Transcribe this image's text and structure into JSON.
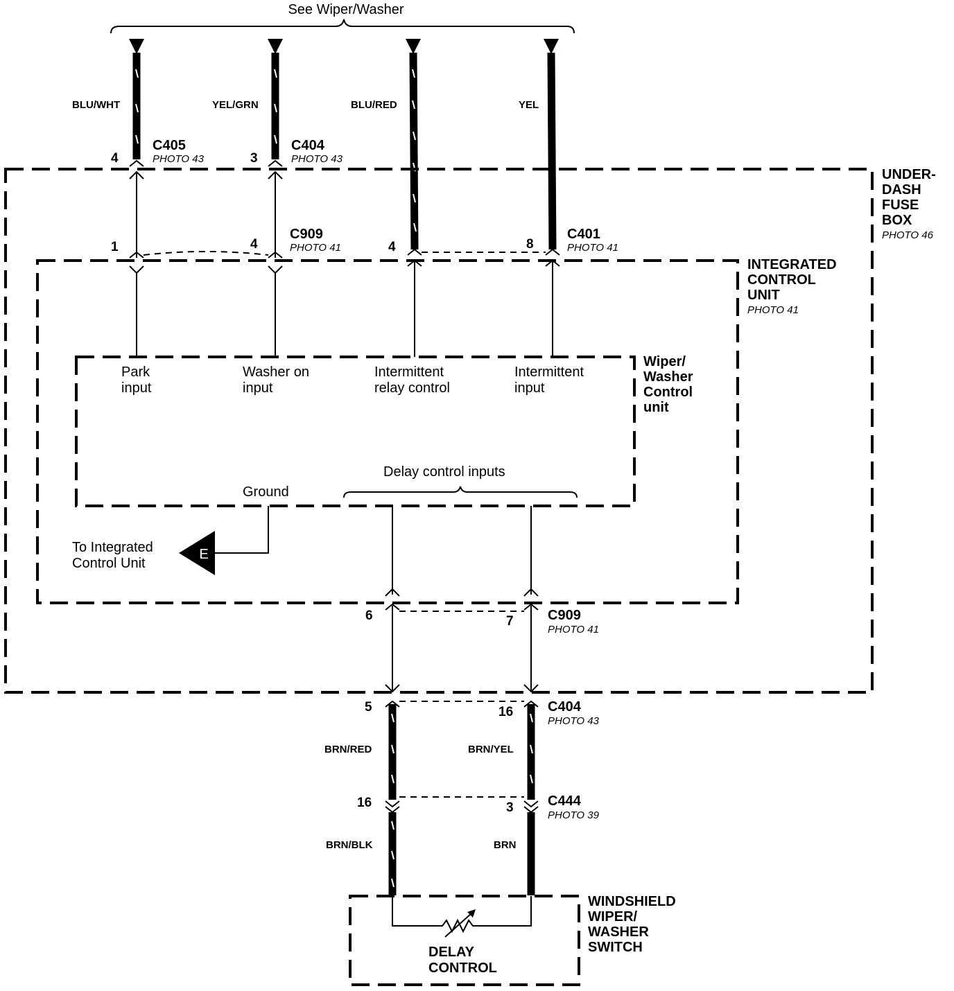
{
  "top_label": "See Wiper/Washer",
  "wires": {
    "blu_wht": "BLU/WHT",
    "yel_grn": "YEL/GRN",
    "blu_red": "BLU/RED",
    "yel": "YEL",
    "brn_red": "BRN/RED",
    "brn_yel": "BRN/YEL",
    "brn_blk": "BRN/BLK",
    "brn": "BRN"
  },
  "connectors": {
    "c405": {
      "name": "C405",
      "photo": "PHOTO 43",
      "pin": "4"
    },
    "c404_top": {
      "name": "C404",
      "photo": "PHOTO 43",
      "pin": "3"
    },
    "c909_top": {
      "name": "C909",
      "photo": "PHOTO 41",
      "pin_left": "1",
      "pin_right": "4"
    },
    "c401": {
      "name": "C401",
      "photo": "PHOTO 41",
      "pin_left": "4",
      "pin_right": "8"
    },
    "c909_bottom": {
      "name": "C909",
      "photo": "PHOTO 41",
      "pin_left": "6",
      "pin_right": "7"
    },
    "c404_bottom": {
      "name": "C404",
      "photo": "PHOTO 43",
      "pin_left": "5",
      "pin_right": "16"
    },
    "c444": {
      "name": "C444",
      "photo": "PHOTO 39",
      "pin_left": "16",
      "pin_right": "3"
    }
  },
  "boxes": {
    "fuse_box": {
      "line1": "UNDER-",
      "line2": "DASH",
      "line3": "FUSE",
      "line4": "BOX",
      "photo": "PHOTO 46"
    },
    "icu": {
      "line1": "INTEGRATED",
      "line2": "CONTROL",
      "line3": "UNIT",
      "photo": "PHOTO 41"
    },
    "wiper_unit": {
      "line1": "Wiper/",
      "line2": "Washer",
      "line3": "Control",
      "line4": "unit"
    },
    "switch": {
      "line1": "WINDSHIELD",
      "line2": "WIPER/",
      "line3": "WASHER",
      "line4": "SWITCH"
    }
  },
  "inputs": {
    "park": {
      "line1": "Park",
      "line2": "input"
    },
    "washer": {
      "line1": "Washer on",
      "line2": "input"
    },
    "relay": {
      "line1": "Intermittent",
      "line2": "relay control"
    },
    "intermittent": {
      "line1": "Intermittent",
      "line2": "input"
    },
    "ground": "Ground",
    "delay_inputs": "Delay control inputs"
  },
  "ground_ref": {
    "line1": "To Integrated",
    "line2": "Control Unit",
    "letter": "E"
  },
  "delay_control": {
    "line1": "DELAY",
    "line2": "CONTROL"
  }
}
